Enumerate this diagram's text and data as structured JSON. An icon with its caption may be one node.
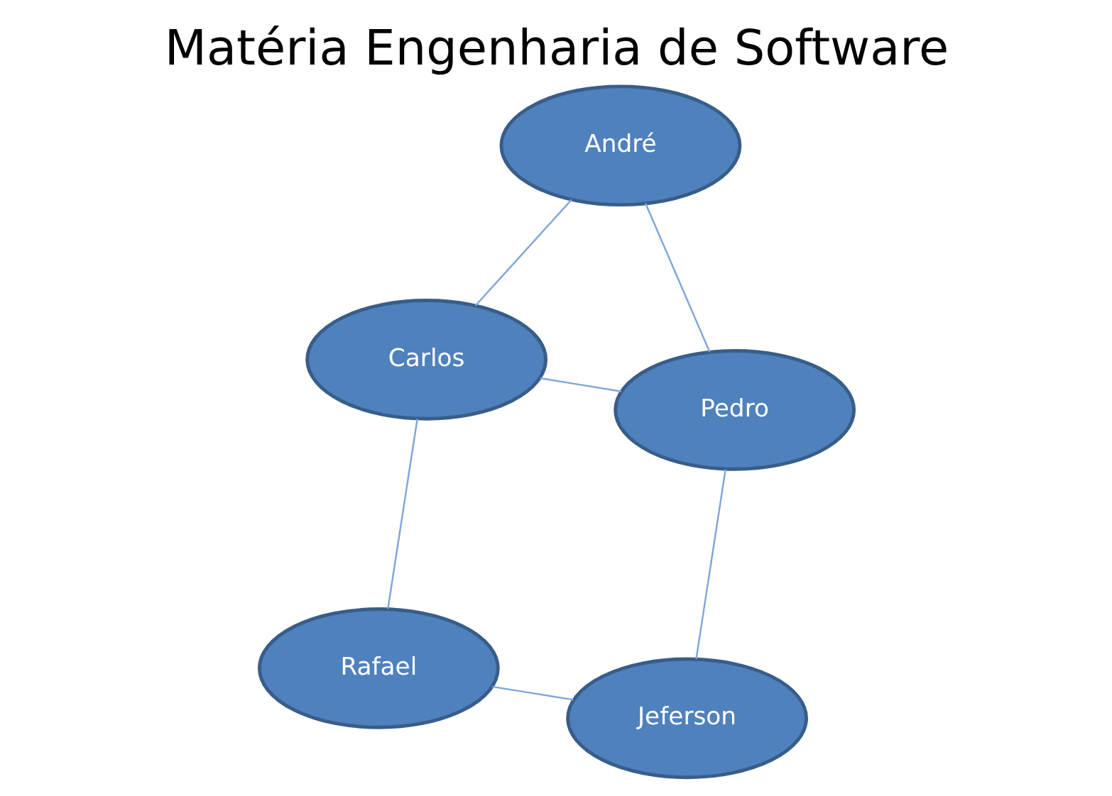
{
  "diagram": {
    "title": "Matéria Engenharia de Software",
    "nodes": [
      {
        "text": [
          "Pedro"
        ]
      },
      {
        "text": [
          "Jeferson"
        ]
      },
      {
        "text": [
          "Rafael"
        ]
      },
      {
        "text": [
          "Carlos"
        ]
      },
      {
        "text": [
          "André"
        ]
      }
    ],
    "edges": [
      {
        "from": 0,
        "to": 1,
        "arrow": "none"
      },
      {
        "from": 0,
        "to": 4,
        "arrow": "none"
      },
      {
        "from": 0,
        "to": 3,
        "arrow": "none"
      },
      {
        "from": 2,
        "to": 1,
        "arrow": "none"
      },
      {
        "from": 2,
        "to": 3,
        "arrow": "none"
      },
      {
        "from": 3,
        "to": 4,
        "arrow": "none"
      }
    ]
  }
}
